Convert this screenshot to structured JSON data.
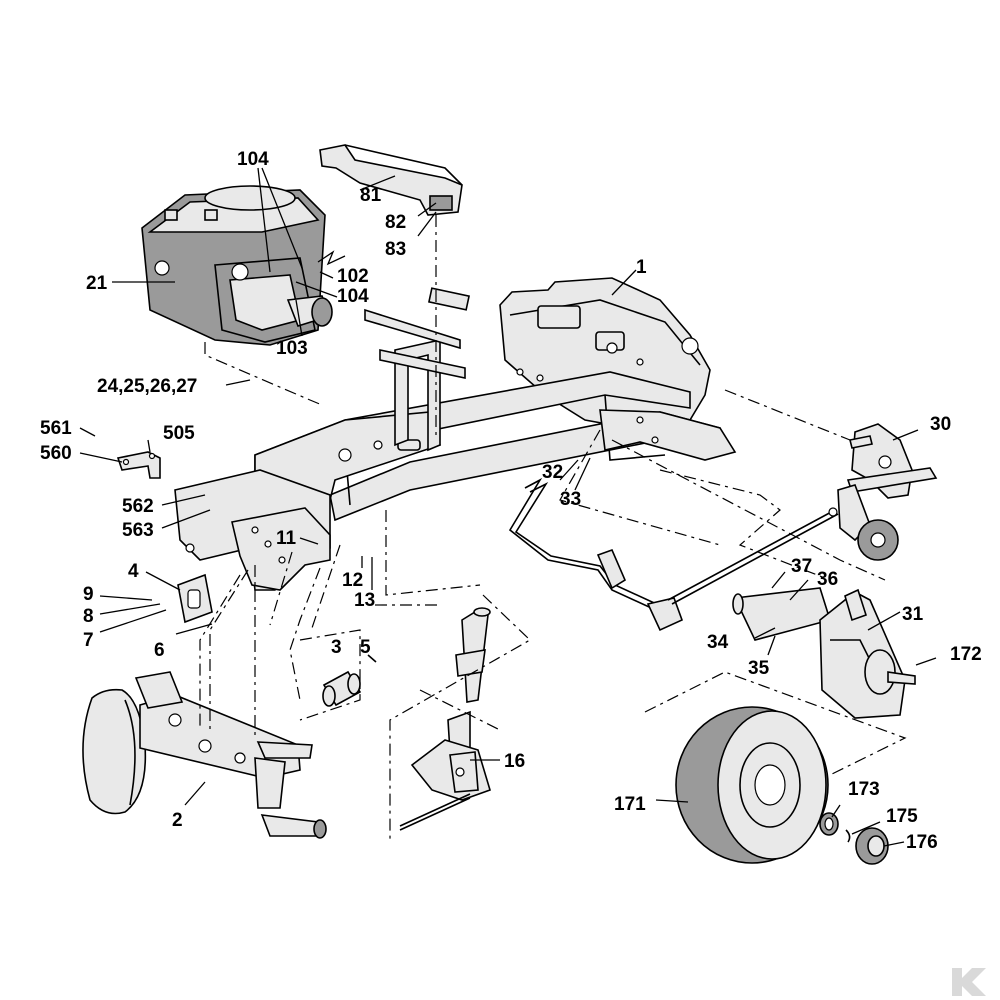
{
  "diagram": {
    "callouts": {
      "c104_top": "104",
      "c81": "81",
      "c82": "82",
      "c83": "83",
      "c21": "21",
      "c102": "102",
      "c104_right": "104",
      "c103": "103",
      "c1": "1",
      "c24": "24,25,26,27",
      "c561": "561",
      "c505": "505",
      "c560": "560",
      "c30": "30",
      "c32": "32",
      "c33": "33",
      "c562": "562",
      "c563": "563",
      "c11": "11",
      "c4": "4",
      "c37": "37",
      "c36": "36",
      "c12": "12",
      "c13": "13",
      "c9": "9",
      "c8": "8",
      "c7": "7",
      "c6": "6",
      "c31": "31",
      "c34": "34",
      "c3": "3",
      "c5": "5",
      "c172": "172",
      "c35": "35",
      "c16": "16",
      "c173": "173",
      "c171": "171",
      "c175": "175",
      "c2": "2",
      "c176": "176"
    }
  }
}
